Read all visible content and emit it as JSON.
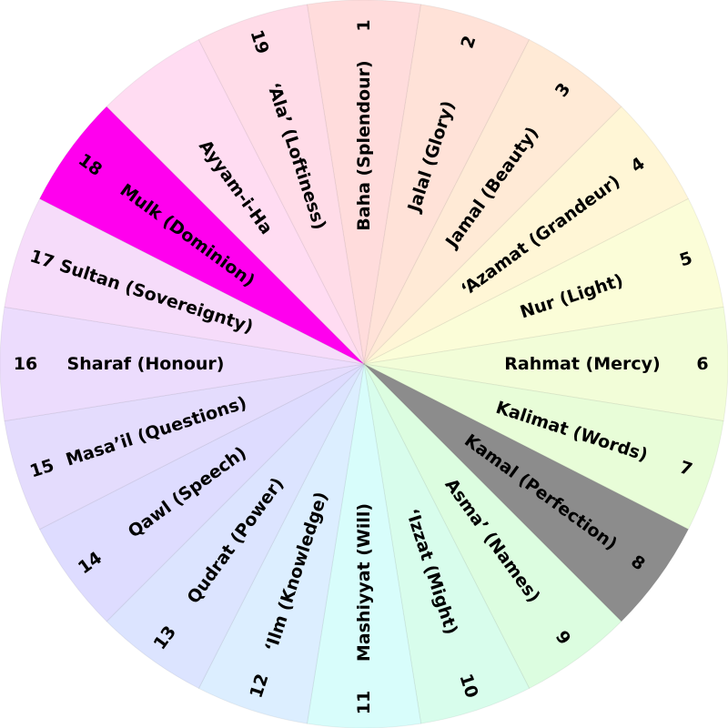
{
  "segments": [
    {
      "name": "Baha (Splendour)",
      "number": "1",
      "color": "#ffdcdc"
    },
    {
      "name": "Jalal (Glory)",
      "number": "2",
      "color": "#ffe2d8"
    },
    {
      "name": "Jamal (Beauty)",
      "number": "3",
      "color": "#ffead6"
    },
    {
      "name": "‘Azamat (Grandeur)",
      "number": "4",
      "color": "#fff6d6"
    },
    {
      "name": "Nur (Light)",
      "number": "5",
      "color": "#fbfdd8"
    },
    {
      "name": "Rahmat (Mercy)",
      "number": "6",
      "color": "#f2fdd8"
    },
    {
      "name": "Kalimat (Words)",
      "number": "7",
      "color": "#e8fdd8"
    },
    {
      "name": "Kamal (Perfection)",
      "number": "8",
      "color": "#8c8c8c"
    },
    {
      "name": "Asma’ (Names)",
      "number": "9",
      "color": "#dcfde0"
    },
    {
      "name": "‘Izzat (Might)",
      "number": "10",
      "color": "#d8fdec"
    },
    {
      "name": "Mashiyyat (Will)",
      "number": "11",
      "color": "#d8fdfb"
    },
    {
      "name": "‘Ilm (Knowledge)",
      "number": "12",
      "color": "#dceeff"
    },
    {
      "name": "Qudrat (Power)",
      "number": "13",
      "color": "#dce4ff"
    },
    {
      "name": "Qawl (Speech)",
      "number": "14",
      "color": "#dedcff"
    },
    {
      "name": "Masa’il (Questions)",
      "number": "15",
      "color": "#e4dcfd"
    },
    {
      "name": "Sharaf (Honour)",
      "number": "16",
      "color": "#ecdcfd"
    },
    {
      "name": "Sultan (Sovereignty)",
      "number": "17",
      "color": "#f6dcfa"
    },
    {
      "name": "Mulk (Dominion)",
      "number": "18",
      "color": "#ff00ee"
    },
    {
      "name": "Ayyam-i-Ha",
      "number": "",
      "color": "#ffdcf2"
    },
    {
      "name": "‘Ala’ (Loftiness)",
      "number": "19",
      "color": "#ffdce8"
    }
  ]
}
